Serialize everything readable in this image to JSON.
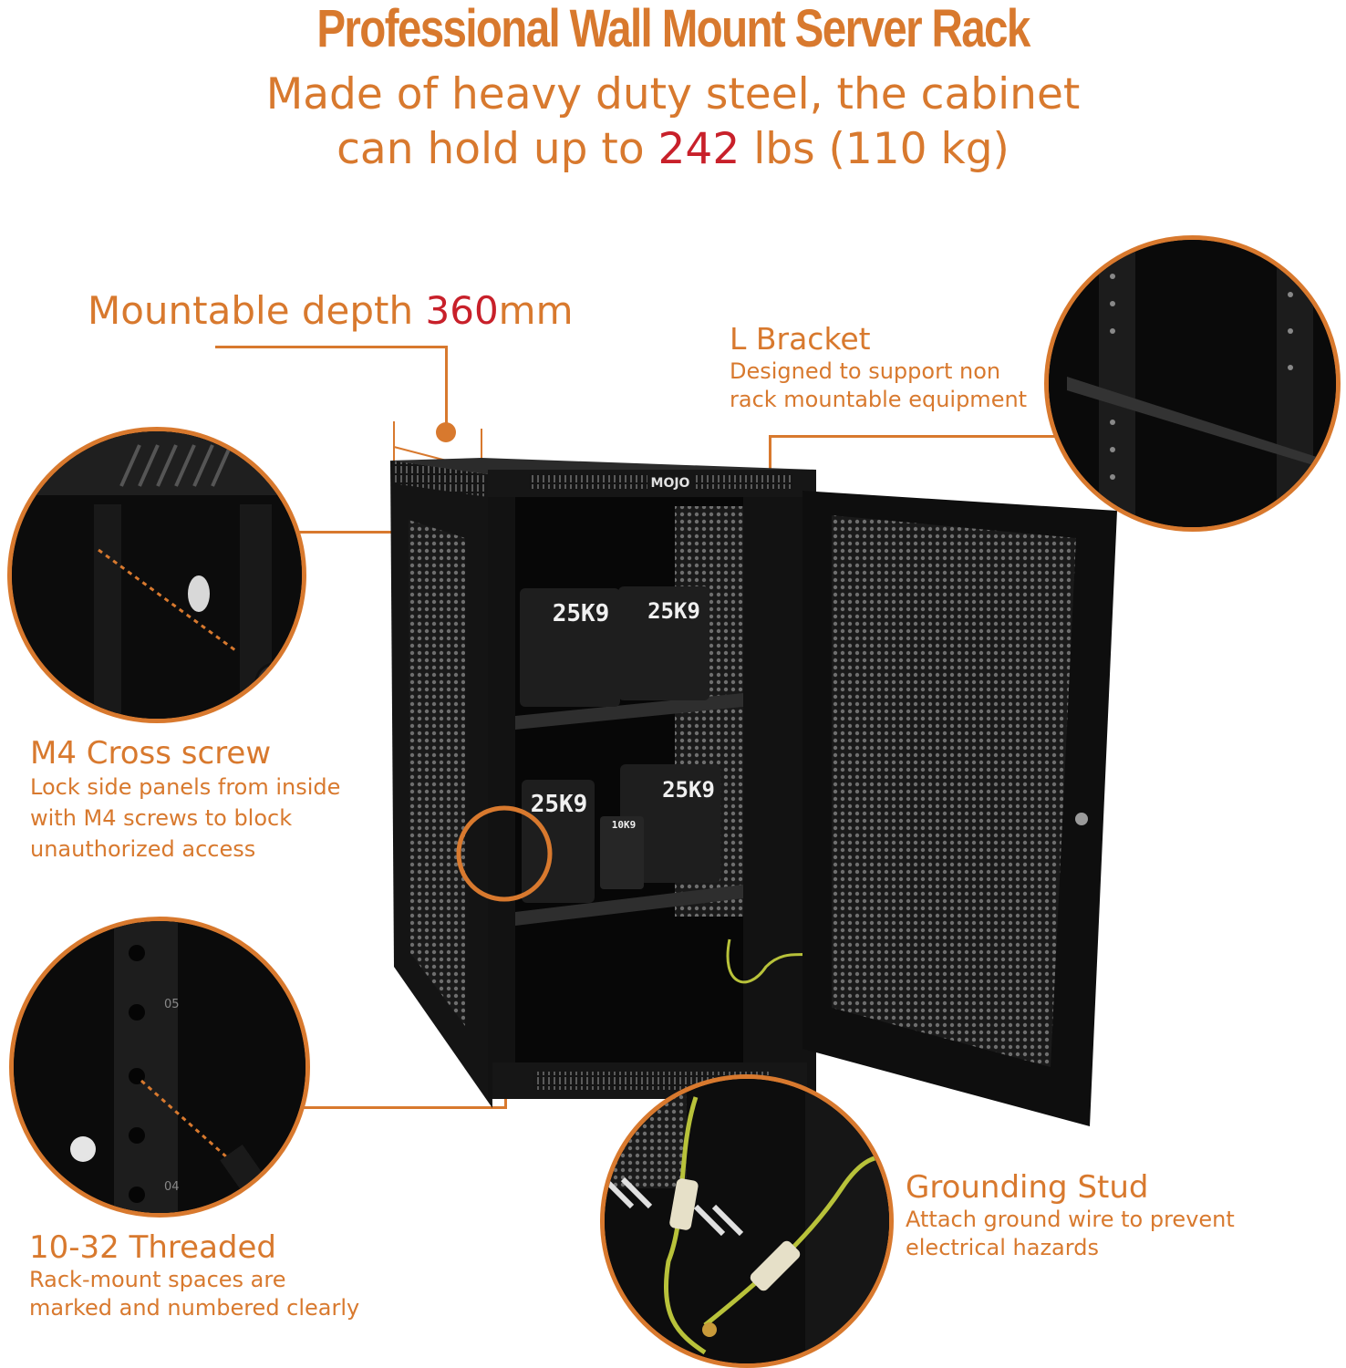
{
  "header": {
    "title": "Professional Wall Mount Server Rack",
    "subtitle_line1": "Made of heavy duty steel, the cabinet",
    "subtitle_line2_prefix": "can hold up to ",
    "subtitle_line2_value": "242",
    "subtitle_line2_suffix": " lbs (110 kg)"
  },
  "depth": {
    "label_prefix": "Mountable depth ",
    "value": "360",
    "unit": "mm"
  },
  "callouts": {
    "l_bracket": {
      "title": "L Bracket",
      "desc_line1": "Designed to support non",
      "desc_line2": "rack mountable equipment"
    },
    "m4_screw": {
      "title": "M4 Cross screw",
      "desc_line1": "Lock side panels from inside",
      "desc_line2": "with M4 screws to block",
      "desc_line3": "unauthorized access"
    },
    "threaded": {
      "title": "10-32 Threaded",
      "desc_line1": "Rack-mount spaces are",
      "desc_line2": "marked and numbered clearly"
    },
    "grounding": {
      "title": "Grounding Stud",
      "desc_line1": "Attach ground wire to prevent",
      "desc_line2": "electrical hazards"
    }
  },
  "product": {
    "brand_logo": "MOJO",
    "weight_labels": [
      "25K9",
      "25K9",
      "25K9",
      "25K9",
      "10K9"
    ],
    "rail_numbers": [
      "05",
      "04"
    ]
  },
  "colors": {
    "accent": "#d8792e",
    "highlight": "#c8202a",
    "cabinet": "#111111"
  }
}
